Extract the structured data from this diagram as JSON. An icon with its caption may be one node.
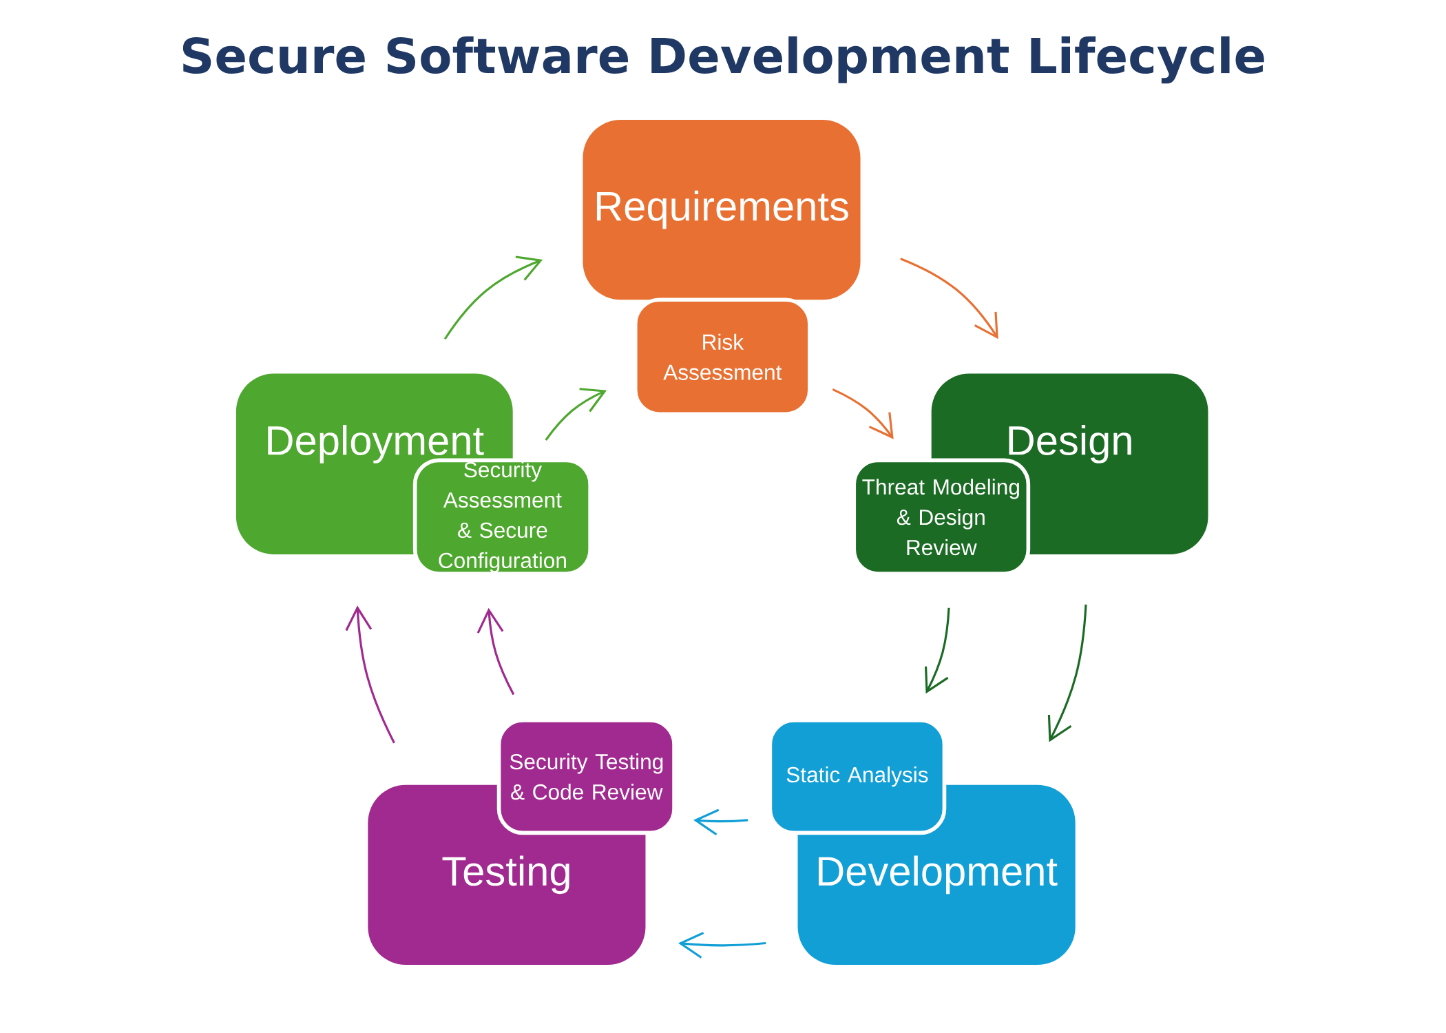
{
  "diagram": {
    "title": "Secure Software Development Lifecycle",
    "nodes": [
      {
        "text": [
          "Requirements"
        ]
      },
      {
        "text": [
          "Risk Assessment"
        ]
      },
      {
        "text": [
          "Design"
        ]
      },
      {
        "text": [
          "Threat Modeling & Design Review"
        ]
      },
      {
        "text": [
          "Development"
        ]
      },
      {
        "text": [
          "Static Analysis"
        ]
      },
      {
        "text": [
          "Testing"
        ]
      },
      {
        "text": [
          "Security Testing & Code Review"
        ]
      },
      {
        "text": [
          "Deployment"
        ]
      },
      {
        "text": [
          "Security Assessment & Secure Configuration"
        ]
      }
    ],
    "edges": [
      {
        "from": 0,
        "to": 2,
        "arrow": "to",
        "color": "#e87033"
      },
      {
        "from": 1,
        "to": 3,
        "arrow": "to",
        "color": "#e87033"
      },
      {
        "from": 2,
        "to": 4,
        "arrow": "to",
        "color": "#1b6b24"
      },
      {
        "from": 3,
        "to": 5,
        "arrow": "to",
        "color": "#1b6b24"
      },
      {
        "from": 4,
        "to": 6,
        "arrow": "to",
        "color": "#119fd6"
      },
      {
        "from": 5,
        "to": 7,
        "arrow": "to",
        "color": "#119fd6"
      },
      {
        "from": 6,
        "to": 8,
        "arrow": "to",
        "color": "#a02a8f"
      },
      {
        "from": 7,
        "to": 9,
        "arrow": "to",
        "color": "#a02a8f"
      },
      {
        "from": 8,
        "to": 0,
        "arrow": "to",
        "color": "#4ea72e"
      },
      {
        "from": 9,
        "to": 1,
        "arrow": "to",
        "color": "#4ea72e"
      }
    ]
  }
}
